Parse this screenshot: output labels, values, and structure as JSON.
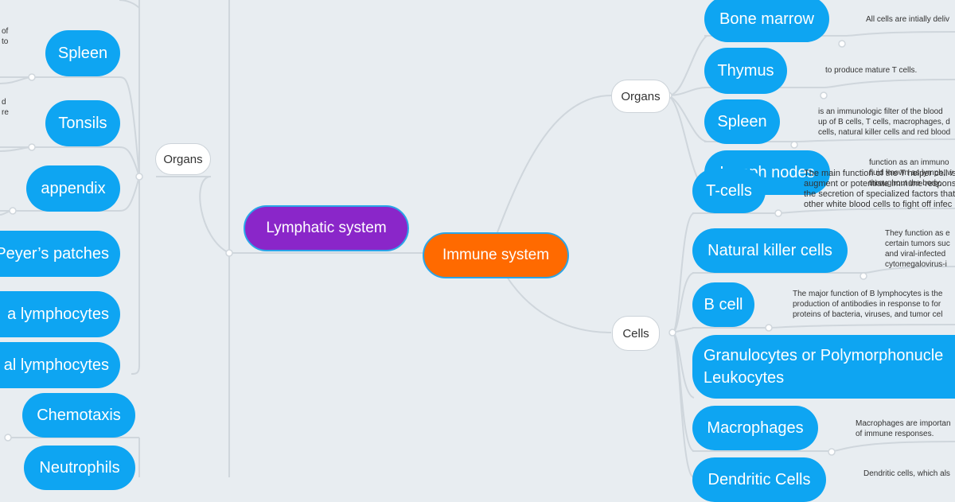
{
  "central": "Immune system",
  "lymphatic": "Lymphatic system",
  "left": {
    "organs_label": "Organs",
    "items": [
      "Spleen",
      "Tonsils",
      "appendix",
      "Peyer’s patches",
      "a lymphocytes",
      "al lymphocytes"
    ],
    "notes": [
      "of",
      "to",
      "d",
      "re"
    ],
    "cells": [
      "Chemotaxis",
      "Neutrophils"
    ]
  },
  "right": {
    "organs_label": "Organs",
    "organs": [
      "Bone marrow",
      "Thymus",
      "Spleen",
      "Lymph nodes"
    ],
    "organ_notes": [
      "All cells are intially deliv",
      "to produce mature T cells.",
      "is an immunologic filter of the blood",
      "up of B cells, T cells, macrophages, d",
      "cells, natural killer cells and red blood",
      "function as an immuno",
      "fluid known as lymph, w",
      "throughout the body."
    ],
    "cells_label": "Cells",
    "cells": [
      "T-cells",
      "Natural killer cells",
      "B cell",
      "Granulocytes or Polymorphonucle",
      "Leukocytes",
      "Macrophages",
      "Dendritic Cells"
    ],
    "cell_notes": {
      "tcell": [
        "The main function of the T helper cell is",
        "augment or potentiate immune respons",
        "the secretion of specialized factors that",
        "other white blood cells to fight off infec"
      ],
      "nk": [
        "They function as e",
        "certain tumors suc",
        "and viral-infected",
        "cytomegalovirus-i"
      ],
      "bcell": [
        "The major function of B lymphocytes is the",
        "production of antibodies in response to for",
        "proteins of bacteria, viruses, and tumor cel"
      ],
      "macro": [
        "Macrophages are importan",
        "of immune responses."
      ],
      "dendritic": [
        "Dendritic cells, which als"
      ]
    }
  },
  "colors": {
    "blue": "#0ea5f2",
    "orange": "#ff6a00",
    "purple": "#8a26c9",
    "line": "#cfd6dc"
  }
}
